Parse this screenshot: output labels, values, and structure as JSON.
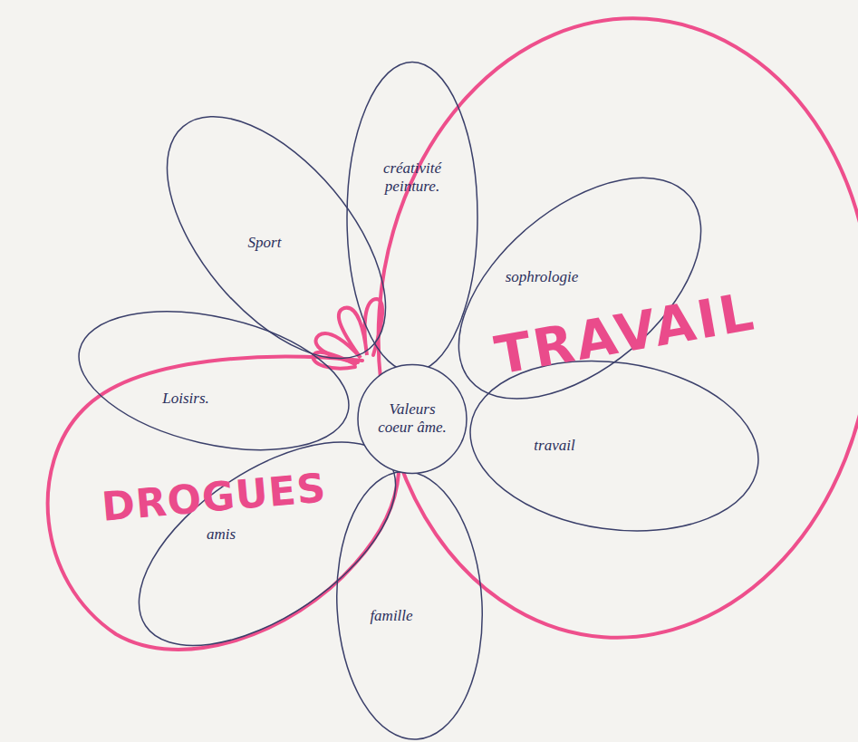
{
  "diagram": {
    "nodes": [
      {
        "text": [
          "Sport"
        ]
      },
      {
        "text": [
          "créativité peinture."
        ]
      },
      {
        "text": [
          "sophrologie"
        ]
      },
      {
        "text": [
          "Loisirs."
        ]
      },
      {
        "text": [
          "Valeurs coeur âme."
        ]
      },
      {
        "text": [
          "travail"
        ]
      },
      {
        "text": [
          "amis"
        ]
      },
      {
        "text": [
          "famille"
        ]
      }
    ],
    "labels": [
      "TRAVAIL",
      "DROGUES"
    ]
  }
}
